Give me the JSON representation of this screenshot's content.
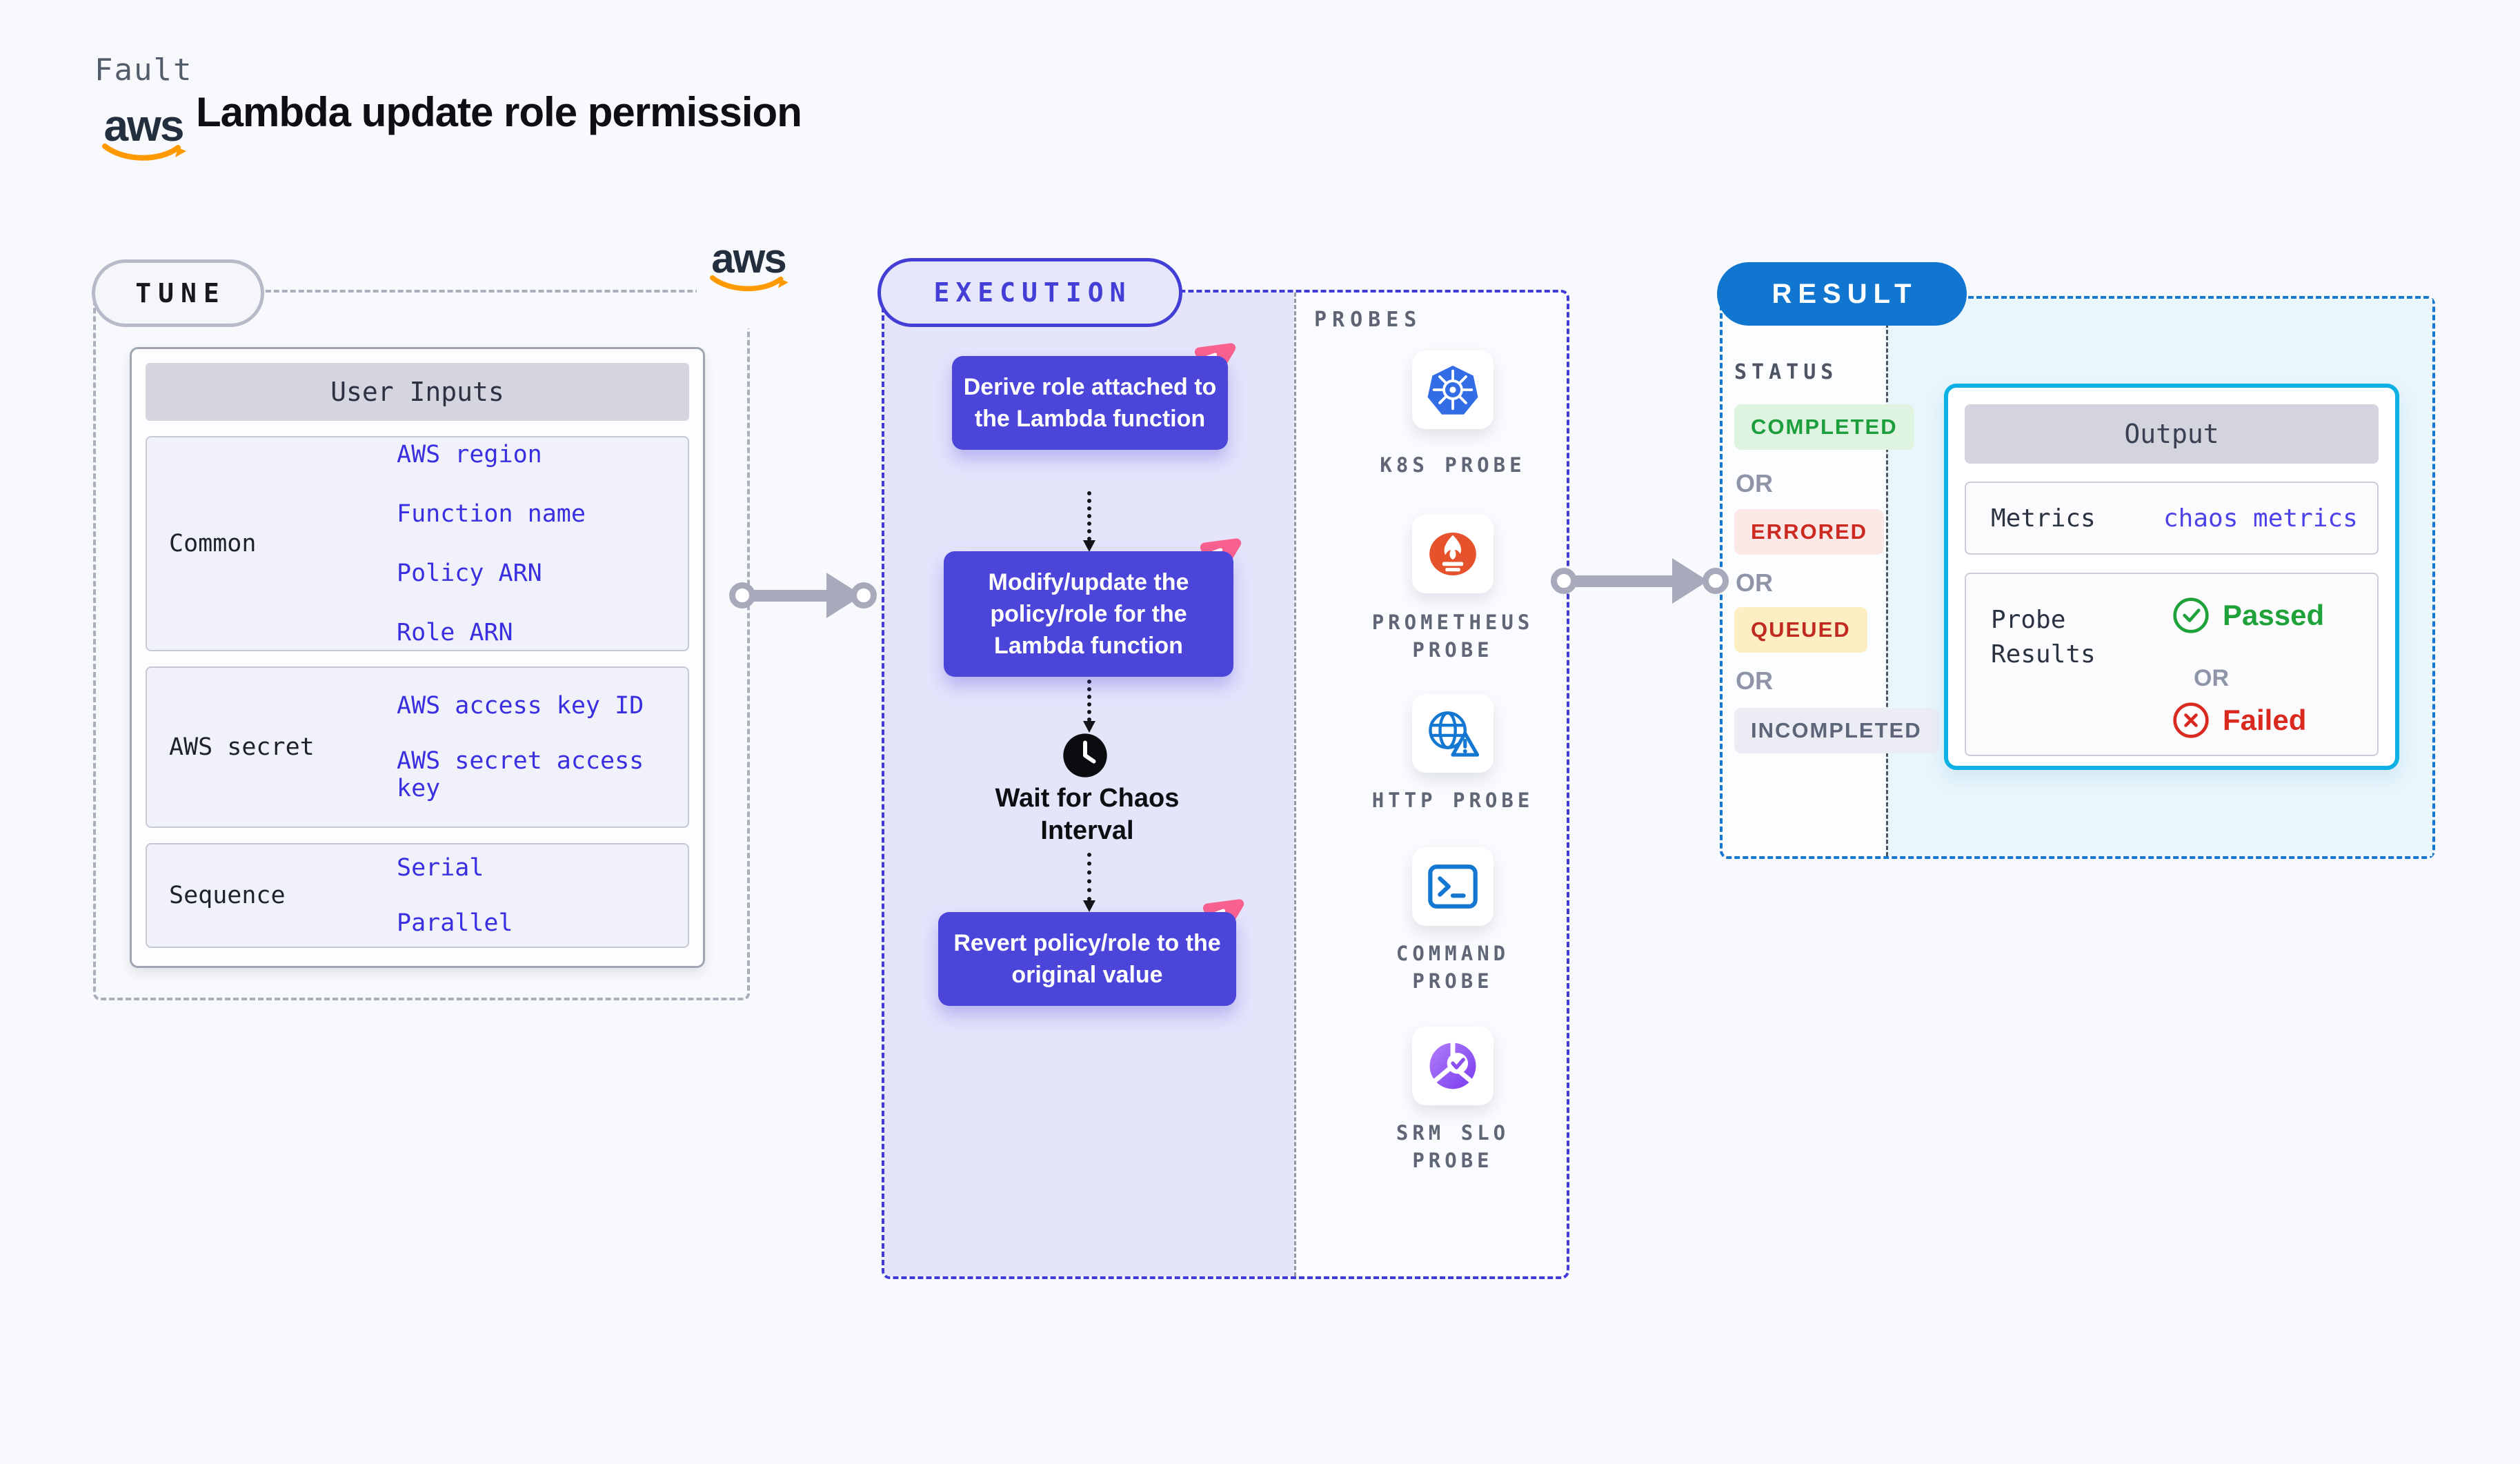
{
  "header": {
    "app_label": "Fault",
    "title": "Lambda update role permission",
    "aws_wordmark": "aws"
  },
  "tune": {
    "pill_label": "TUNE",
    "card_title": "User Inputs",
    "groups": [
      {
        "label": "Common",
        "values": [
          "AWS region",
          "Function name",
          "Policy ARN",
          "Role ARN"
        ]
      },
      {
        "label": "AWS secret",
        "values": [
          "AWS access key ID",
          "AWS secret access key"
        ]
      },
      {
        "label": "Sequence",
        "values": [
          "Serial",
          "Parallel"
        ]
      }
    ]
  },
  "execution": {
    "pill_label": "EXECUTION",
    "steps": [
      "Derive role attached to the Lambda function",
      "Modify/update the policy/role for the Lambda function",
      "Revert policy/role to the original value"
    ],
    "wait_label": "Wait for Chaos Interval"
  },
  "probes": {
    "title": "PROBES",
    "items": [
      {
        "name": "K8S PROBE",
        "icon": "kubernetes-icon"
      },
      {
        "name": "PROMETHEUS PROBE",
        "icon": "prometheus-icon"
      },
      {
        "name": "HTTP PROBE",
        "icon": "globe-warning-icon"
      },
      {
        "name": "COMMAND PROBE",
        "icon": "terminal-icon"
      },
      {
        "name": "SRM SLO PROBE",
        "icon": "srm-slo-icon"
      }
    ]
  },
  "result": {
    "pill_label": "RESULT",
    "status_title": "STATUS",
    "or_label": "OR",
    "statuses": [
      {
        "label": "COMPLETED",
        "text_color": "#1d9e3c",
        "bg_color": "#def3e0"
      },
      {
        "label": "ERRORED",
        "text_color": "#cc2a21",
        "bg_color": "#fbe9e8"
      },
      {
        "label": "QUEUED",
        "text_color": "#c02a21",
        "bg_color": "#fdeec4"
      },
      {
        "label": "INCOMPLETED",
        "text_color": "#5d6578",
        "bg_color": "#ebecf4"
      }
    ],
    "output": {
      "title": "Output",
      "metrics_label": "Metrics",
      "metrics_value": "chaos metrics",
      "probe_results_label": "Probe Results",
      "passed_label": "Passed",
      "failed_label": "Failed"
    }
  },
  "colors": {
    "page_bg": "#f8f9fc",
    "accent_indigo": "#433ed6",
    "execution_panel": "#e4e4fb",
    "step_box": "#4c45da",
    "chaos_pink": "#f9618f",
    "accent_blue": "#1176d0",
    "result_panel": "#e9f6fc",
    "output_border": "#0db1e6",
    "value_blue": "#3a2fe0",
    "passed_green": "#1fa23a",
    "failed_red": "#da291f",
    "aws_orange": "#ff9900",
    "aws_navy": "#232f3e"
  }
}
